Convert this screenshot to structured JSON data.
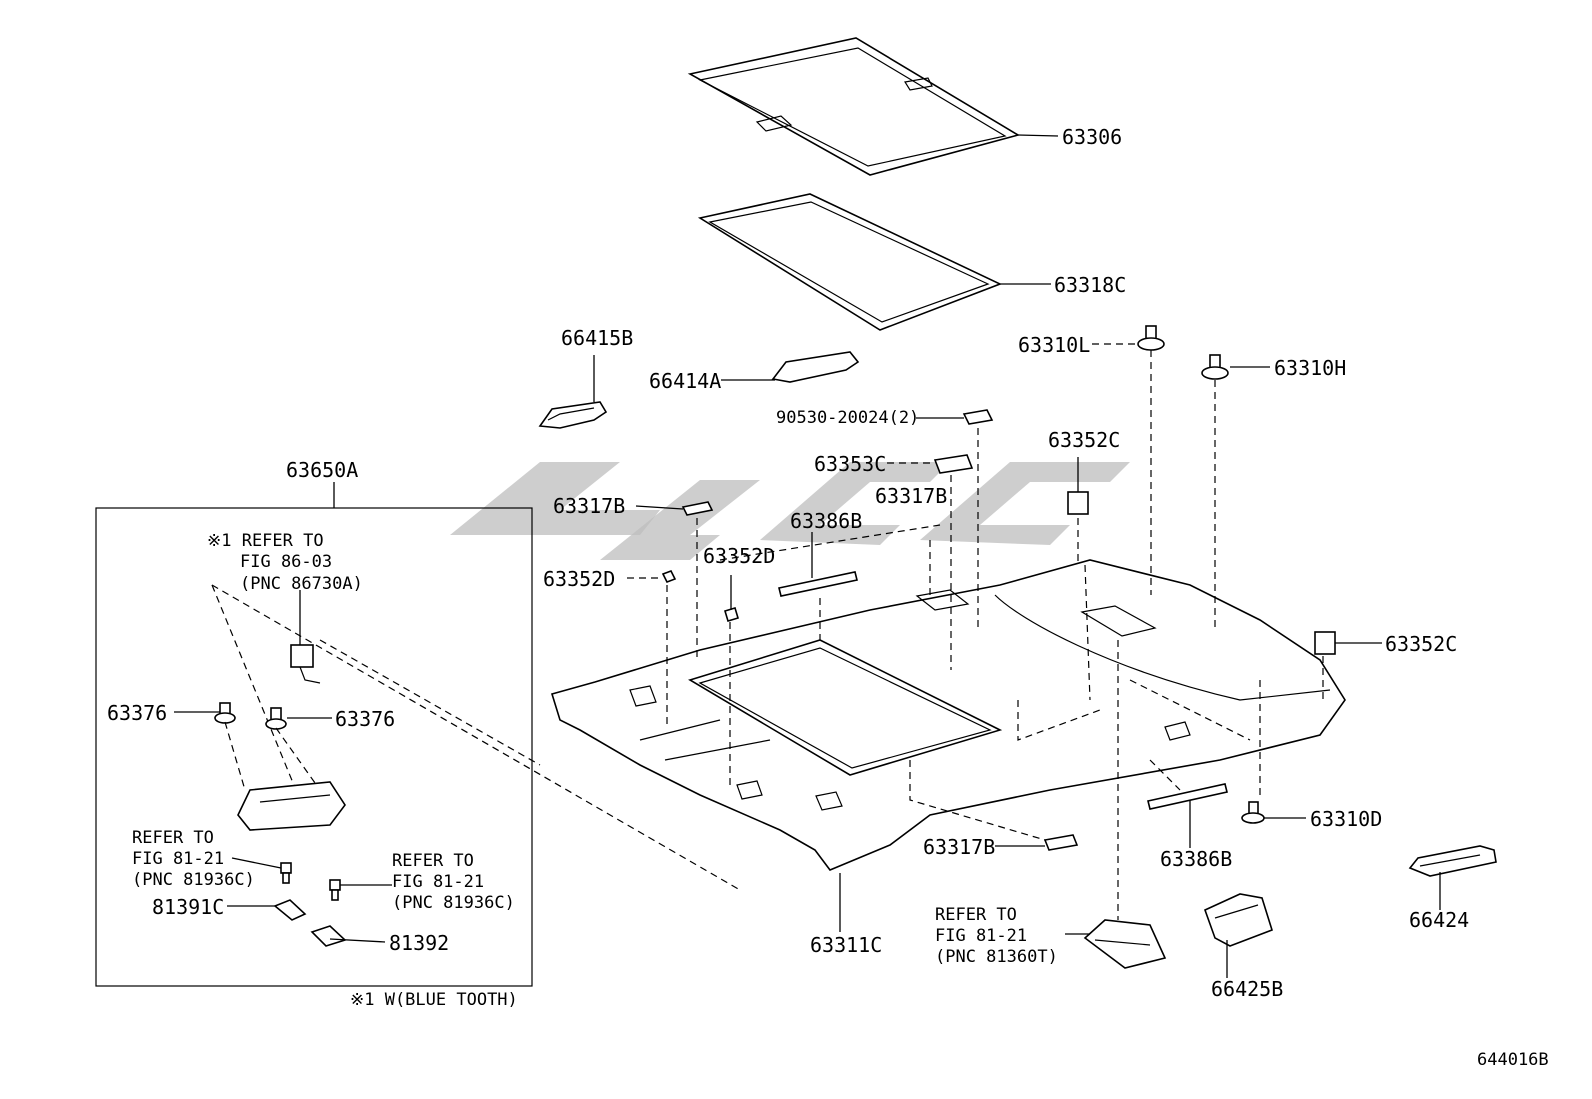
{
  "labels": {
    "p63306": "63306",
    "p63318C": "63318C",
    "p66415B": "66415B",
    "p66414A": "66414A",
    "p63310L": "63310L",
    "p63310H": "63310H",
    "p90530": "90530-20024(2)",
    "p63352C_a": "63352C",
    "p63353C": "63353C",
    "p63317B_a": "63317B",
    "p63317B_b": "63317B",
    "p63386B_a": "63386B",
    "p63352D_a": "63352D",
    "p63352D_b": "63352D",
    "p63352C_b": "63352C",
    "p63650A": "63650A",
    "p63376_a": "63376",
    "p63376_b": "63376",
    "p81391C": "81391C",
    "p81392": "81392",
    "p63310D": "63310D",
    "p63317B_c": "63317B",
    "p63386B_b": "63386B",
    "p63311C": "63311C",
    "p66424": "66424",
    "p66425B": "66425B"
  },
  "references": {
    "r86": [
      "※1 REFER TO",
      "FIG 86-03",
      "(PNC 86730A)"
    ],
    "r81a": [
      "REFER TO",
      "FIG 81-21",
      "(PNC 81936C)"
    ],
    "r81b": [
      "REFER TO",
      "FIG 81-21",
      "(PNC 81936C)"
    ],
    "r81c": [
      "REFER TO",
      "FIG 81-21",
      "(PNC 81360T)"
    ]
  },
  "footnote": "※1 W(BLUE TOOTH)",
  "figure_code": "644016B"
}
